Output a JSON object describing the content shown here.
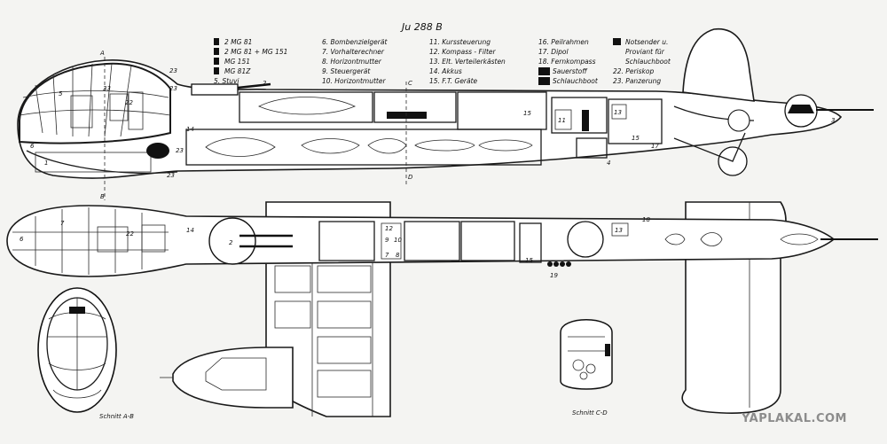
{
  "title": "Ju 288 B",
  "watermark": "YAPLAKAL.COM",
  "legend": {
    "col1": [
      "2 MG 81",
      "2 MG 81 + MG 151",
      "MG 151",
      "MG 81Z",
      "5. Stuvi"
    ],
    "col2": [
      "6. Bombenzielgerät",
      "7. Vorhalterechner",
      "8. Horizontmutter",
      "9. Steuergerät",
      "10. Horizontmutter"
    ],
    "col3": [
      "11. Kurssteuerung",
      "12. Kompass - Filter",
      "13. Elt. Verteilerkästen",
      "14. Akkus",
      "15. F.T. Geräte"
    ],
    "col4": [
      "16. Peilrahmen",
      "17. Dipol",
      "18. Fernkompass",
      "Sauerstoff",
      "Schlauchboot"
    ],
    "col5": [
      "Notsender u.",
      "Proviant für",
      "Schlauchboot",
      "22. Periskop",
      "23. Panzerung"
    ]
  },
  "section_labels": {
    "a_top": "A",
    "b_bottom": "B",
    "c_top": "C",
    "d_bottom": "D",
    "schnitt_ab": "Schnitt A-B",
    "schnitt_cd": "Schnitt C-D"
  },
  "side_view_numbers": [
    {
      "t": "23",
      "id": "n23a"
    },
    {
      "t": "23",
      "id": "n23b"
    },
    {
      "t": "5",
      "id": "n5"
    },
    {
      "t": "33",
      "id": "n33"
    },
    {
      "t": "22",
      "id": "n22"
    },
    {
      "t": "2",
      "id": "n2"
    },
    {
      "t": "14",
      "id": "n14"
    },
    {
      "t": "1",
      "id": "n1"
    },
    {
      "t": "6",
      "id": "n6"
    },
    {
      "t": "23",
      "id": "n23c"
    },
    {
      "t": "23",
      "id": "n23d"
    },
    {
      "t": "15",
      "id": "n15a"
    },
    {
      "t": "11",
      "id": "n11"
    },
    {
      "t": "13",
      "id": "n13"
    },
    {
      "t": "15",
      "id": "n15b"
    },
    {
      "t": "17",
      "id": "n17"
    },
    {
      "t": "4",
      "id": "n4"
    },
    {
      "t": "3",
      "id": "n3"
    }
  ],
  "top_view_numbers": [
    {
      "t": "6",
      "id": "t6"
    },
    {
      "t": "7",
      "id": "t7"
    },
    {
      "t": "22",
      "id": "t22"
    },
    {
      "t": "14",
      "id": "t14"
    },
    {
      "t": "2",
      "id": "t2"
    },
    {
      "t": "12",
      "id": "t12"
    },
    {
      "t": "9",
      "id": "t9"
    },
    {
      "t": "10",
      "id": "t10"
    },
    {
      "t": "7",
      "id": "t7b"
    },
    {
      "t": "8",
      "id": "t8"
    },
    {
      "t": "15",
      "id": "t15"
    },
    {
      "t": "19",
      "id": "t19"
    },
    {
      "t": "13",
      "id": "t13"
    },
    {
      "t": "18",
      "id": "t18"
    }
  ]
}
